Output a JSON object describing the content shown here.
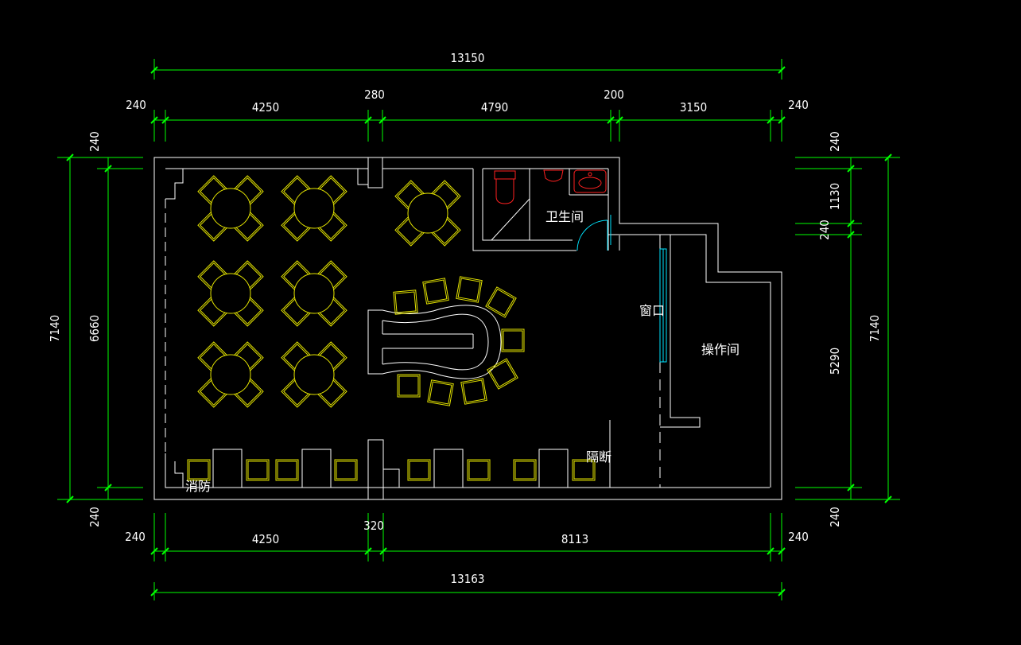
{
  "colors": {
    "background": "#000000",
    "dimension_lines": "#00ff00",
    "walls": "#ffffff",
    "furniture": "#e6e600",
    "fixtures": "#ff2020",
    "window_door": "#00e5ff"
  },
  "dimensions": {
    "top_total": "13150",
    "top_left_wall": "240",
    "top_seg1": "4250",
    "top_seg2": "280",
    "top_seg3": "4790",
    "top_seg4": "200",
    "top_seg5": "3150",
    "top_right_wall": "240",
    "bottom_left_wall": "240",
    "bottom_seg1": "4250",
    "bottom_seg2": "320",
    "bottom_seg3": "8113",
    "bottom_right_wall": "240",
    "bottom_total": "13163",
    "left_total": "7140",
    "left_inner": "6660",
    "left_top_wall": "240",
    "left_bottom_wall": "240",
    "right_top_wall": "240",
    "right_seg1": "1130",
    "right_seg2": "240",
    "right_seg3": "5290",
    "right_bottom_wall": "240",
    "right_total": "7140"
  },
  "rooms": {
    "toilet": "卫生间",
    "window": "窗口",
    "operation_room": "操作间",
    "partition": "隔断",
    "fire": "消防"
  }
}
